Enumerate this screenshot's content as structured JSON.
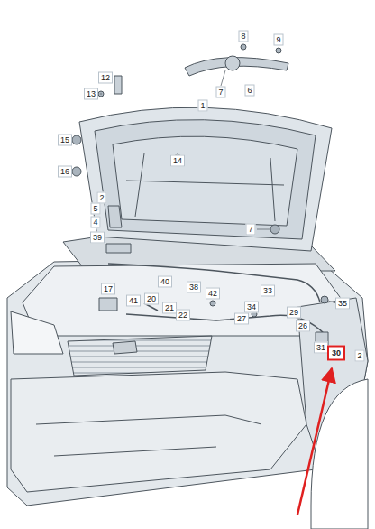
{
  "diagram": {
    "labels": [
      "1",
      "8",
      "9",
      "12",
      "6",
      "7",
      "13",
      "15",
      "16",
      "14",
      "2",
      "5",
      "4",
      "39",
      "7",
      "40",
      "38",
      "17",
      "41",
      "20",
      "21",
      "42",
      "33",
      "34",
      "35",
      "22",
      "27",
      "29",
      "26",
      "31",
      "30",
      "2"
    ]
  }
}
